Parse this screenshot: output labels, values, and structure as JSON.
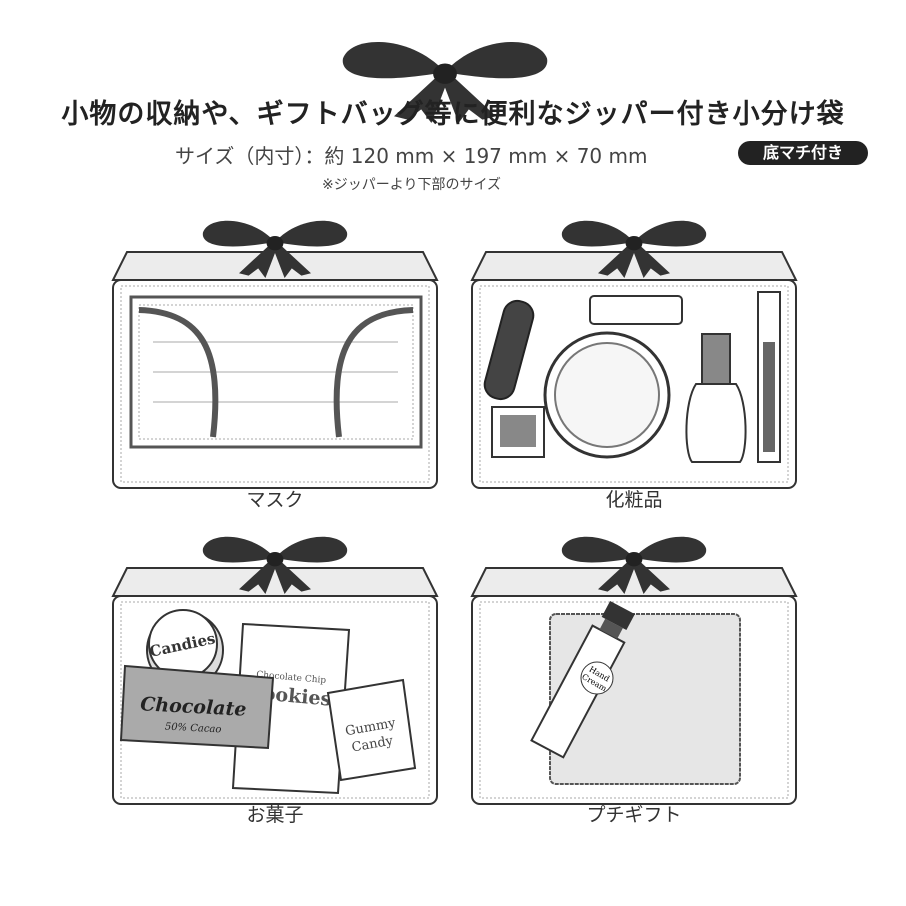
{
  "header": {
    "title": "小物の収納や、ギフトバッグ等に便利なジッパー付き小分け袋",
    "size_text": "サイズ（内寸）：約 120 mm × 197 mm × 70 mm",
    "badge": "底マチ付き",
    "note": "※ジッパーより下部のサイズ",
    "bow_icon": "ribbon-bow-icon"
  },
  "panels": [
    {
      "label": "マスク",
      "contents": "mask"
    },
    {
      "label": "化粧品",
      "contents": "cosmetics"
    },
    {
      "label": "お菓子",
      "contents": "sweets",
      "items": {
        "candies": "Candies",
        "cookies_small": "Chocolate Chip",
        "cookies": "Cookies",
        "chocolate": "Chocolate",
        "cacao": "50% Cacao",
        "gummy1": "Gummy",
        "gummy2": "Candy"
      }
    },
    {
      "label": "プチギフト",
      "contents": "petit-gift",
      "items": {
        "hand": "Hand",
        "cream": "Cream"
      }
    }
  ],
  "colors": {
    "ink": "#222222",
    "gray": "#8a8a8a",
    "bag_band": "#ececec",
    "badge_bg": "#222222"
  }
}
